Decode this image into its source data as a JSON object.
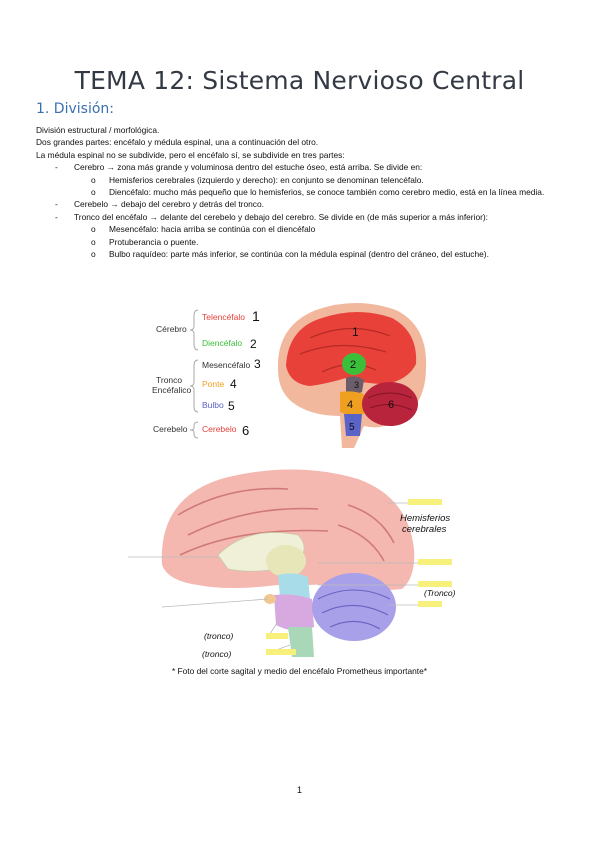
{
  "title": "TEMA 12: Sistema Nervioso Central",
  "section": "1. División:",
  "lines": {
    "l1": "División estructural / morfológica.",
    "l2": "Dos grandes partes: encéfalo y médula espinal, una a continuación del otro.",
    "l3": "La médula espinal no se subdivide, pero el encéfalo sí, se subdivide en tres partes:"
  },
  "bullets": {
    "dash": "-",
    "o": "o",
    "cerebro": "Cerebro → zona más grande y voluminosa dentro del estuche óseo, está arriba. Se divide en:",
    "hemisferios": "Hemisferios cerebrales (izquierdo y derecho): en conjunto se denominan telencéfalo.",
    "diencefalo": "Diencéfalo: mucho más pequeño que lo hemisferios, se conoce también como cerebro medio, está en la línea media.",
    "cerebelo": "Cerebelo → debajo del cerebro y detrás del tronco.",
    "tronco": "Tronco del encéfalo → delante del cerebelo y debajo del cerebro. Se divide en (de más superior a más inferior):",
    "mesencefalo": "Mesencéfalo: hacia arriba se continúa con el diencéfalo",
    "protuberancia": "Protuberancia o puente.",
    "bulbo": "Bulbo raquídeo: parte más inferior, se continúa con la médula espinal (dentro del cráneo, del estuche)."
  },
  "figure1": {
    "group_cerebro": "Cérebro",
    "group_tronco_1": "Tronco",
    "group_tronco_2": "Encéfalico",
    "group_cerebelo": "Cerebelo",
    "label_telencefalo": "Telencéfalo",
    "label_diencefalo": "Diencéfalo",
    "label_mesencefalo": "Mesencéfalo",
    "label_ponte": "Ponte",
    "label_bulbo": "Bulbo",
    "label_cerebelo": "Cerebelo",
    "n1": "1",
    "n2": "2",
    "n3": "3",
    "n4": "4",
    "n5": "5",
    "n6": "6"
  },
  "figure2": {
    "hemisferios_1": "Hemisferios",
    "hemisferios_2": "cerebrales",
    "tronco": "(Tronco)",
    "tronco_small_1": "(tronco)",
    "tronco_small_2": "(tronco)"
  },
  "caption": "* Foto del corte sagital y medio del encéfalo Prometheus importante*",
  "page_number": "1",
  "colors": {
    "title": "#333a44",
    "heading": "#3b6fb0",
    "telencefalo": "#e8413a",
    "diencefalo": "#3bbf3b",
    "ponte": "#f0a020",
    "bulbo": "#5a63c8",
    "cerebelo_brain": "#b8243c"
  }
}
